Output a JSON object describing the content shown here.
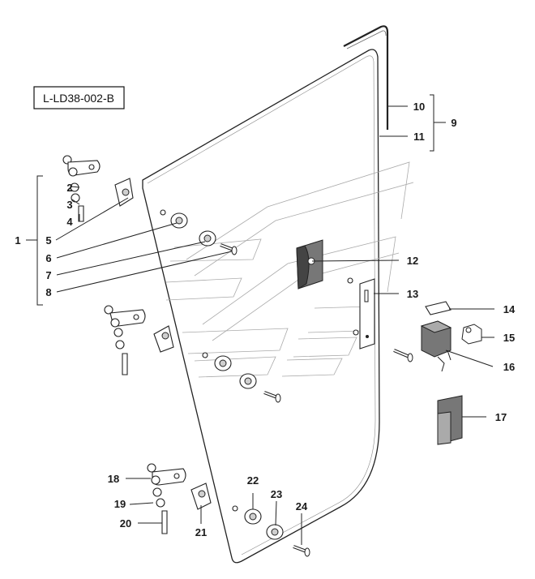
{
  "diagram_code": "L-LD38-002-B",
  "callouts": [
    {
      "id": "1",
      "label": "1"
    },
    {
      "id": "2",
      "label": "2"
    },
    {
      "id": "3",
      "label": "3"
    },
    {
      "id": "4",
      "label": "4"
    },
    {
      "id": "5",
      "label": "5"
    },
    {
      "id": "6",
      "label": "6"
    },
    {
      "id": "7",
      "label": "7"
    },
    {
      "id": "8",
      "label": "8"
    },
    {
      "id": "9",
      "label": "9"
    },
    {
      "id": "10",
      "label": "10"
    },
    {
      "id": "11",
      "label": "11"
    },
    {
      "id": "12",
      "label": "12"
    },
    {
      "id": "13",
      "label": "13"
    },
    {
      "id": "14",
      "label": "14"
    },
    {
      "id": "15",
      "label": "15"
    },
    {
      "id": "16",
      "label": "16"
    },
    {
      "id": "17",
      "label": "17"
    },
    {
      "id": "18",
      "label": "18"
    },
    {
      "id": "19",
      "label": "19"
    },
    {
      "id": "20",
      "label": "20"
    },
    {
      "id": "21",
      "label": "21"
    },
    {
      "id": "22",
      "label": "22"
    },
    {
      "id": "23",
      "label": "23"
    },
    {
      "id": "24",
      "label": "24"
    }
  ]
}
